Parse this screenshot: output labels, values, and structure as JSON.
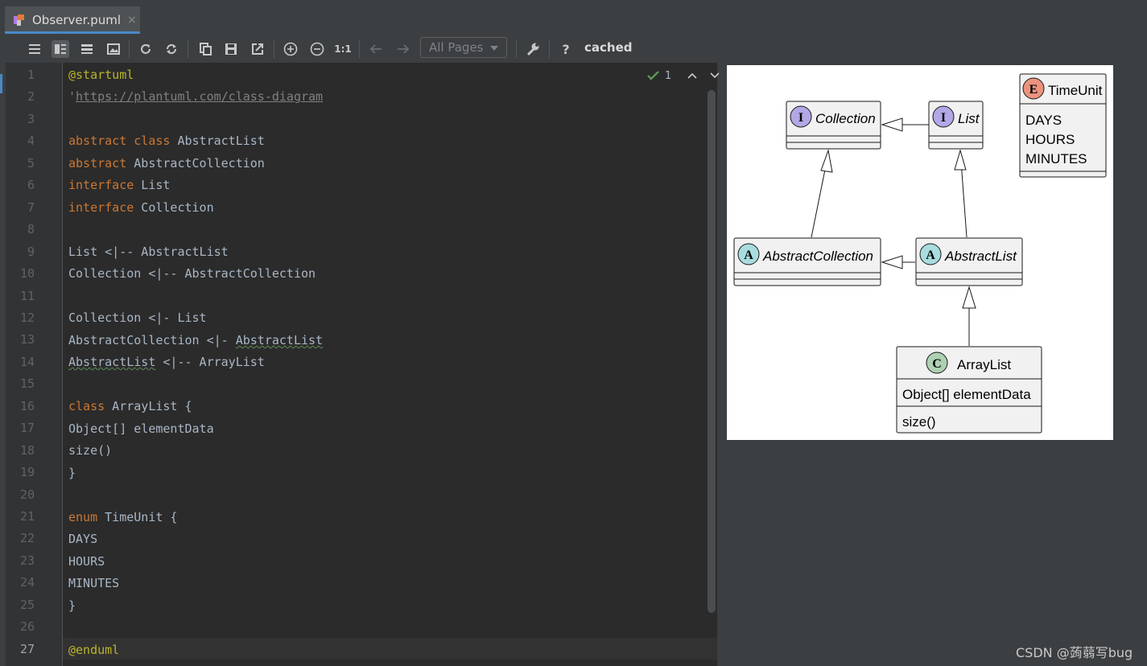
{
  "tab": {
    "filename": "Observer.puml",
    "close": "×"
  },
  "toolbar": {
    "page_select": "All Pages",
    "zoom_actual": "1:1",
    "help": "?",
    "status": "cached"
  },
  "editor": {
    "inspection_count": "1",
    "lines": [
      "@startuml",
      "'https://plantuml.com/class-diagram",
      "",
      "abstract class AbstractList",
      "abstract AbstractCollection",
      "interface List",
      "interface Collection",
      "",
      "List <|-- AbstractList",
      "Collection <|-- AbstractCollection",
      "",
      "Collection <|- List",
      "AbstractCollection <|- AbstractList",
      "AbstractList <|-- ArrayList",
      "",
      "class ArrayList {",
      "Object[] elementData",
      "size()",
      "}",
      "",
      "enum TimeUnit {",
      "DAYS",
      "HOURS",
      "MINUTES",
      "}",
      "",
      "@enduml"
    ],
    "line_numbers": [
      "1",
      "2",
      "3",
      "4",
      "5",
      "6",
      "7",
      "8",
      "9",
      "10",
      "11",
      "12",
      "13",
      "14",
      "15",
      "16",
      "17",
      "18",
      "19",
      "20",
      "21",
      "22",
      "23",
      "24",
      "25",
      "26",
      "27"
    ],
    "current_line": 27
  },
  "diagram": {
    "classes": {
      "collection": {
        "stereo": "I",
        "name": "Collection",
        "color": "#b4a7e5"
      },
      "list": {
        "stereo": "I",
        "name": "List",
        "color": "#b4a7e5"
      },
      "timeunit": {
        "stereo": "E",
        "name": "TimeUnit",
        "color": "#eb937f",
        "values": [
          "DAYS",
          "HOURS",
          "MINUTES"
        ]
      },
      "abstract_collection": {
        "stereo": "A",
        "name": "AbstractCollection",
        "color": "#a9dcdf"
      },
      "abstract_list": {
        "stereo": "A",
        "name": "AbstractList",
        "color": "#a9dcdf"
      },
      "arraylist": {
        "stereo": "C",
        "name": "ArrayList",
        "color": "#add1b2",
        "field": "Object[] elementData",
        "method": "size()"
      }
    }
  },
  "watermark": "CSDN @蒟蒻写bug"
}
